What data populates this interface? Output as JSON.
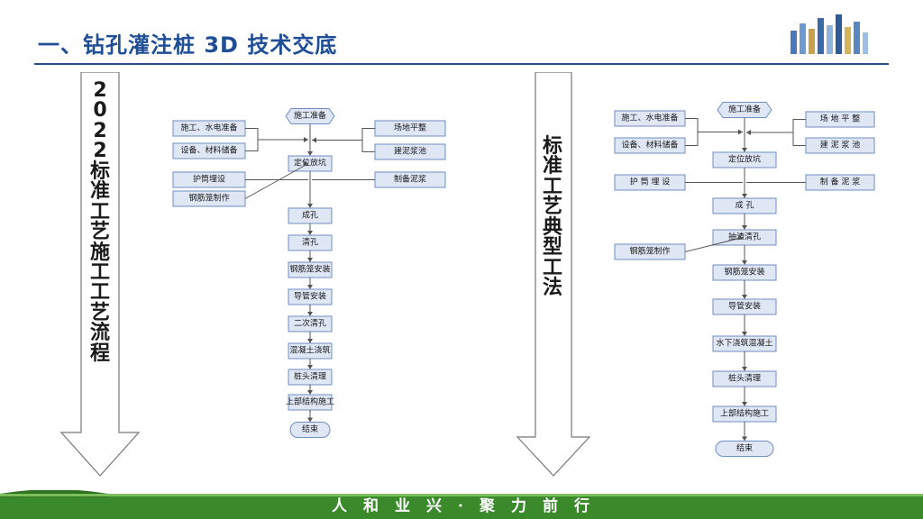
{
  "title": "一、钻孔灌注桩 3D 技术交底",
  "left_banner": "2022标准工艺施工工艺流程",
  "right_banner": "标准工艺典型工法",
  "footer": "人和业兴·聚力前行",
  "colors": {
    "title": "#1f4e96",
    "box_fill": "#dfe6f4",
    "box_stroke": "#6f8fc5",
    "footer_green": "#3a8a2c"
  },
  "left_flow": {
    "start": "施工准备",
    "left_inputs": [
      "施工、水电准备",
      "设备、材料储备",
      "护筒埋设",
      "钢筋笼制作"
    ],
    "right_inputs": [
      "场地平整",
      "建泥浆池",
      "制备泥浆"
    ],
    "main": [
      "定位放坑",
      "成孔",
      "清孔",
      "钢筋笼安装",
      "导管安装",
      "二次清孔",
      "混凝土浇筑",
      "桩头清理",
      "上部结构施工"
    ],
    "end": "结束"
  },
  "right_flow": {
    "start": "施工准备",
    "left_inputs": [
      "施工、水电准备",
      "设备、材料储备",
      "护 筒 埋 设",
      "钢筋笼制作"
    ],
    "right_inputs": [
      "场 地 平 整",
      "建 泥 浆 池",
      "制 备 泥 浆"
    ],
    "main": [
      "定位放坑",
      "成 孔",
      "抽渣清孔",
      "钢筋笼安装",
      "导管安装",
      "水下浇筑混凝土",
      "桩头清理",
      "上部结构施工"
    ],
    "end": "结束"
  }
}
